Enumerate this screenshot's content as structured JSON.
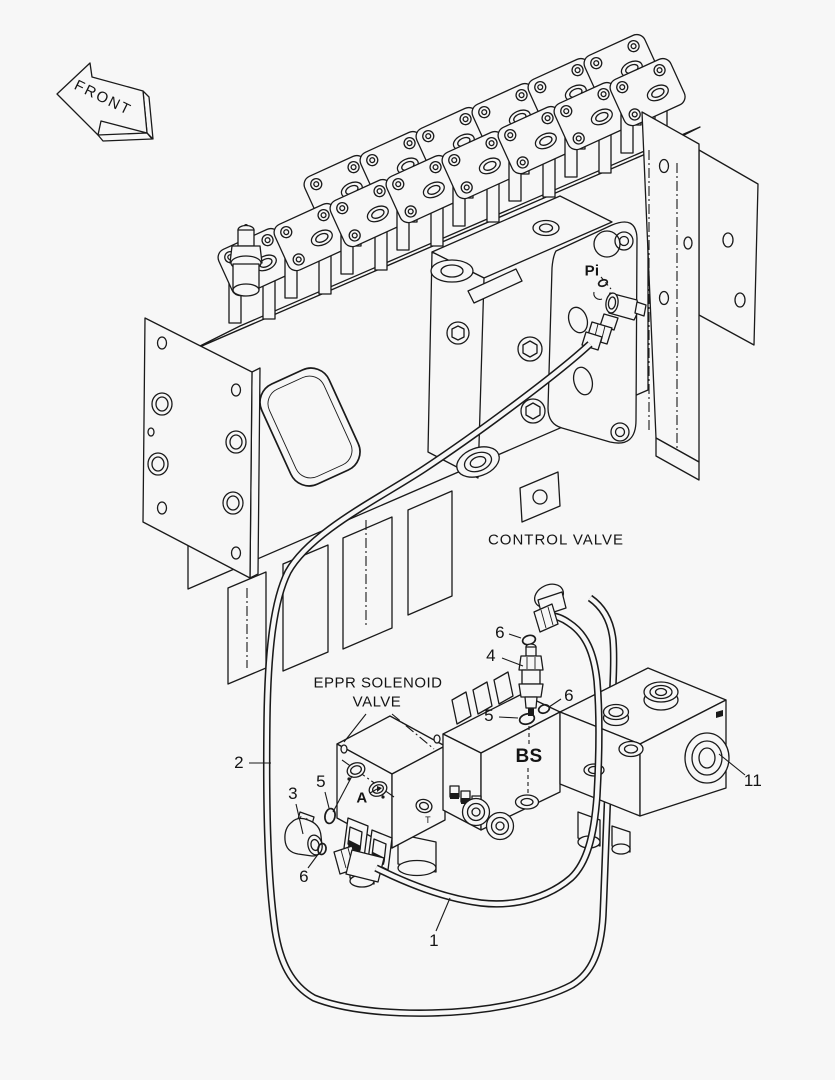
{
  "page": {
    "background": "#f7f7f7",
    "line_color": "#1a1a1a"
  },
  "direction_arrow": {
    "label": "FRONT"
  },
  "assembly_labels": {
    "control_valve": "CONTROL VALVE",
    "eppr_solenoid_line1": "EPPR SOLENOID",
    "eppr_solenoid_line2": "VALVE"
  },
  "port_labels": {
    "pi": "Pi",
    "bs": "BS",
    "a": "A",
    "t": "T"
  },
  "callouts": {
    "c1": "1",
    "c2": "2",
    "c3": "3",
    "c4": "4",
    "c5_left": "5",
    "c5_center": "5",
    "c6_top": "6",
    "c6_center": "6",
    "c6_left": "6",
    "c11": "11"
  }
}
